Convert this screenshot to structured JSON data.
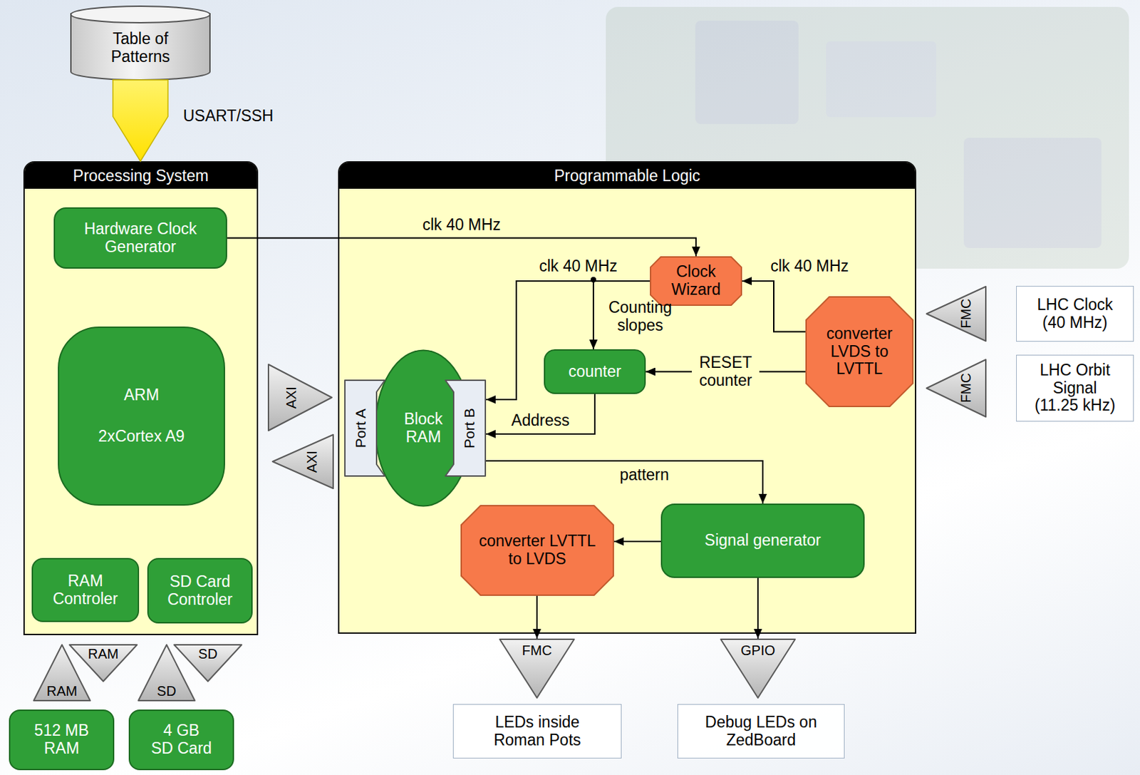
{
  "diagram": {
    "nodes": [
      {
        "text": [
          "Table of Patterns"
        ]
      },
      {
        "text": [
          "Processing System"
        ]
      },
      {
        "text": [
          "Hardware Clock Generator"
        ],
        "in": 1
      },
      {
        "text": [
          "ARM",
          "2xCortex A9"
        ],
        "in": 1
      },
      {
        "text": [
          "RAM Controler"
        ],
        "in": 1
      },
      {
        "text": [
          "SD Card Controler"
        ],
        "in": 1
      },
      {
        "text": [
          "AXI"
        ]
      },
      {
        "text": [
          "AXI"
        ]
      },
      {
        "text": [
          "Programmable Logic"
        ]
      },
      {
        "text": [
          "Clock Wizard"
        ],
        "in": 8
      },
      {
        "text": [
          "Block RAM"
        ],
        "in": 8
      },
      {
        "text": [
          "Port A"
        ],
        "in": 10
      },
      {
        "text": [
          "Port B"
        ],
        "in": 10
      },
      {
        "text": [
          "counter"
        ],
        "in": 8
      },
      {
        "text": [
          "converter LVDS to LVTTL"
        ],
        "in": 8
      },
      {
        "text": [
          "Signal generator"
        ],
        "in": 8
      },
      {
        "text": [
          "converter LVTTL to LVDS"
        ],
        "in": 8
      },
      {
        "text": [
          "FMC"
        ]
      },
      {
        "text": [
          "LHC Clock (40 MHz)"
        ]
      },
      {
        "text": [
          "FMC"
        ]
      },
      {
        "text": [
          "LHC Orbit Signal (11.25 kHz)"
        ]
      },
      {
        "text": [
          "RAM"
        ]
      },
      {
        "text": [
          "RAM"
        ]
      },
      {
        "text": [
          "SD"
        ]
      },
      {
        "text": [
          "SD"
        ]
      },
      {
        "text": [
          "FMC"
        ]
      },
      {
        "text": [
          "GPIO"
        ]
      },
      {
        "text": [
          "512 MB RAM"
        ]
      },
      {
        "text": [
          "4 GB SD Card"
        ]
      },
      {
        "text": [
          "LEDs inside Roman Pots"
        ]
      },
      {
        "text": [
          "Debug LEDs on ZedBoard"
        ]
      }
    ],
    "edges": [
      {
        "from": 0,
        "to": 1,
        "label": "USART/SSH",
        "arrow": "to"
      },
      {
        "from": 2,
        "to": 9,
        "label": "clk 40 MHz",
        "arrow": "to"
      },
      {
        "from": 14,
        "to": 9,
        "label": "clk 40 MHz",
        "arrow": "to"
      },
      {
        "from": 9,
        "to": 12,
        "label": "clk 40 MHz",
        "arrow": "to"
      },
      {
        "from": 9,
        "to": 13,
        "label": "Counting slopes",
        "arrow": "to"
      },
      {
        "from": 14,
        "to": 13,
        "label": "RESET counter",
        "arrow": "to"
      },
      {
        "from": 13,
        "to": 12,
        "label": "Address",
        "arrow": "to"
      },
      {
        "from": 12,
        "to": 15,
        "label": "pattern",
        "arrow": "to"
      },
      {
        "from": 15,
        "to": 16,
        "arrow": "to"
      },
      {
        "from": 16,
        "to": 25,
        "arrow": "to"
      },
      {
        "from": 15,
        "to": 26,
        "arrow": "to"
      }
    ]
  }
}
